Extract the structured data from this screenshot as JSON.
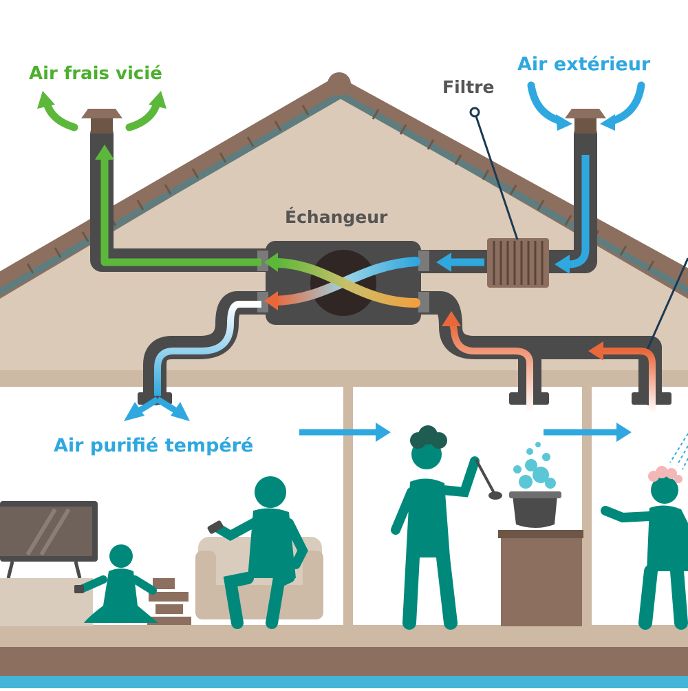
{
  "labels": {
    "exhaust_air": "Air frais vicié",
    "outdoor_air": "Air extérieur",
    "filter": "Filtre",
    "exchanger": "Échangeur",
    "supply_air": "Air purifié tempéré"
  },
  "colors": {
    "green": "#5cb83a",
    "blue": "#2fa8e0",
    "orange": "#e9683b",
    "duct": "#4b4b4b",
    "roof_tile": "#8c6f5f",
    "attic": "#dccab8",
    "person": "#00897b"
  }
}
